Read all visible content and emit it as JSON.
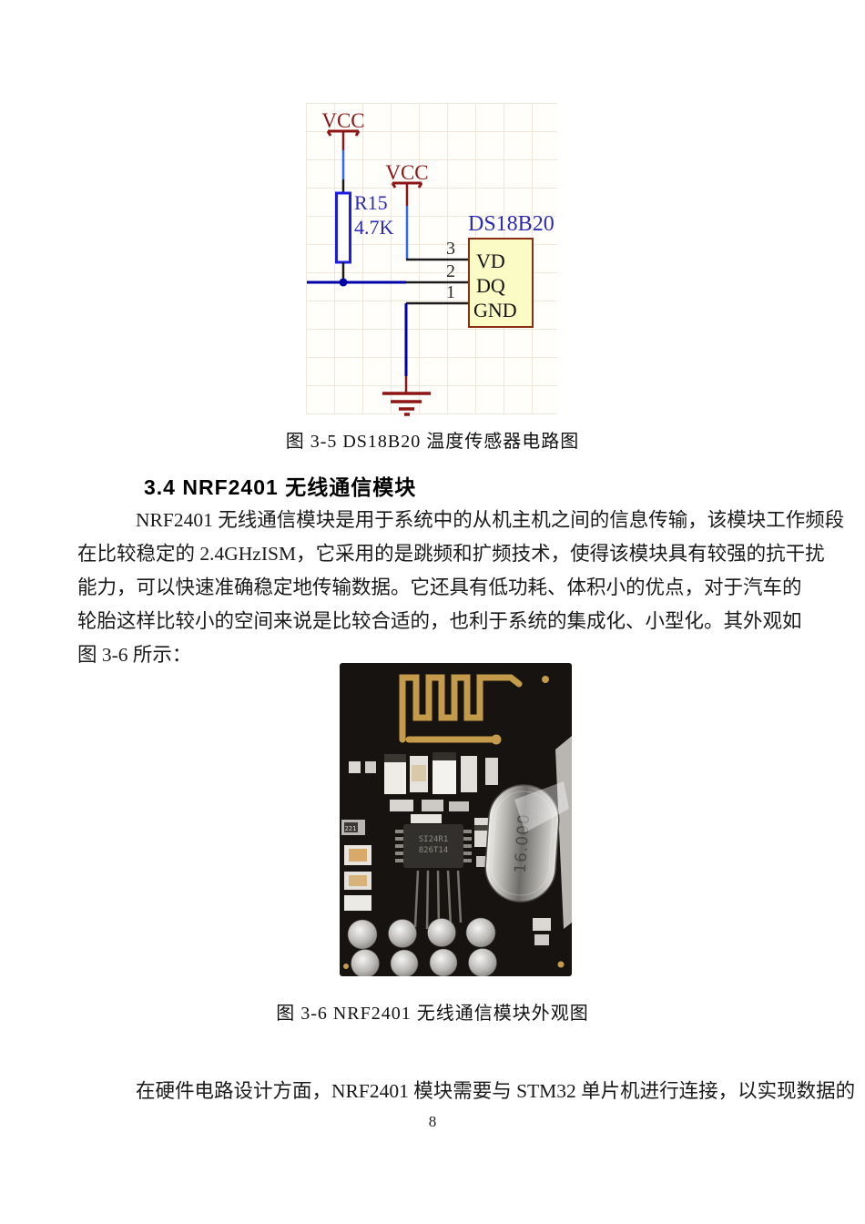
{
  "page": {
    "number": "8",
    "background": "#ffffff"
  },
  "figure_3_5": {
    "caption": "图 3-5 DS18B20 温度传感器电路图",
    "labels": {
      "vcc_top": "VCC",
      "vcc_mid": "VCC",
      "resistor_ref": "R15",
      "resistor_value": "4.7K",
      "chip_title": "DS18B20",
      "pin3": "3",
      "pin2": "2",
      "pin1": "1",
      "pin_vd": "VD",
      "pin_dq": "DQ",
      "pin_gnd": "GND"
    },
    "colors": {
      "symbol_red": "#8e1515",
      "wire_bright_blue": "#2f6bee",
      "wire_navy": "#0000a8",
      "resistor_blue": "#1d1de0",
      "label_blue": "#2b2bb4",
      "chip_fill": "#fbfbc5",
      "chip_border": "#8a2e12",
      "grid_line": "#efe8da"
    }
  },
  "section": {
    "heading": "3.4 NRF2401 无线通信模块",
    "paragraph_lines": [
      "NRF2401 无线通信模块是用于系统中的从机主机之间的信息传输，该模块工作频段",
      "在比较稳定的 2.4GHzISM，它采用的是跳频和扩频技术，使得该模块具有较强的抗干扰",
      "能力，可以快速准确稳定地传输数据。它还具有低功耗、体积小的优点，对于汽车的",
      "轮胎这样比较小的空间来说是比较合适的，也利于系统的集成化、小型化。其外观如",
      "图 3-6 所示："
    ]
  },
  "figure_3_6": {
    "caption": "图 3-6 NRF2401 无线通信模块外观图",
    "photo": {
      "crystal_label": "16.000",
      "chip_line1": "SI24R1",
      "chip_line2": "826T14",
      "smd_label": "221",
      "colors": {
        "pcb_black": "#171310",
        "antenna_gold": "#c49b4a"
      }
    }
  },
  "closing_paragraph": {
    "lines": [
      "在硬件电路设计方面，NRF2401 模块需要与 STM32 单片机进行连接，以实现数据的"
    ]
  }
}
